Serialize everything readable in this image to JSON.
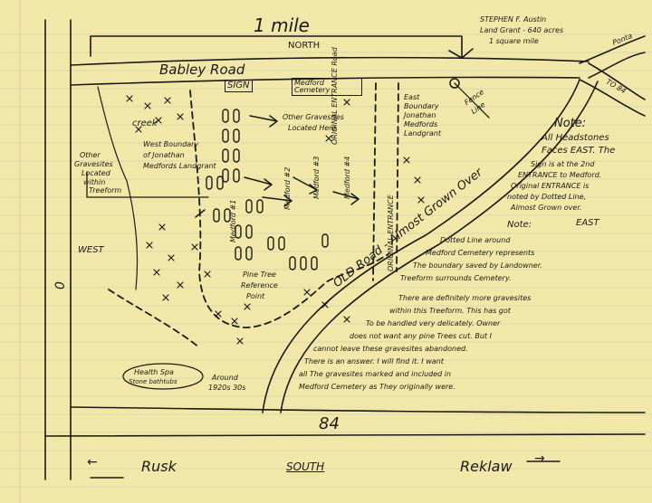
{
  "scale": {
    "label": "1 mile"
  },
  "grant": {
    "lines": [
      "STEPHEN F. Austin",
      "Land Grant - 640 acres",
      "1 square mile"
    ]
  },
  "directions": {
    "north": "NORTH",
    "south": "SOUTH",
    "west": "WEST",
    "east": "EAST"
  },
  "roads": {
    "babley": "Babley Road",
    "old_road": "OLD Road - Almost Grown Over",
    "hwy_left": "0",
    "hwy_bottom": "84",
    "to_84": "TO 84",
    "pontotoc": "Ponta"
  },
  "labels": {
    "sign": "SIGN",
    "medford_cemetery": "Medford Cemetery",
    "creek": "creek",
    "west_boundary": [
      "West Boundary",
      "of Jonathan",
      "Medfords Landgrant"
    ],
    "east_boundary": [
      "East",
      "Boundary",
      "Jonathan",
      "Medfords",
      "Landgrant"
    ],
    "fence_line": [
      "Fence",
      "Line"
    ],
    "original_entrance": "ORIGINAL ENTRANCE Road",
    "original_entrance_2": "ORIGINAL ENTRANCE",
    "other_gravesites_top": [
      "Other Gravesites",
      "Located Here"
    ],
    "other_gravesites_left": [
      "Other",
      "Gravesites",
      "Located",
      "within",
      "Treeform"
    ],
    "medford_rows": [
      "Medford #1",
      "Medford #2",
      "Medford #3",
      "Medford #4"
    ],
    "pine_tree": [
      "Pine Tree",
      "Reference",
      "Point"
    ],
    "health_spa": [
      "Health Spa",
      "Stone bathtubs"
    ],
    "around": [
      "Around",
      "1920s 30s"
    ],
    "dotted_line_note": [
      "Dotted Line around",
      "Medford Cemetery represents",
      "The boundary saved by Landowner.",
      "Treeform surrounds Cemetery."
    ]
  },
  "note_right": {
    "heading": "Note:",
    "lines": [
      "All Headstones",
      "Faces EAST. The",
      "Sign is at the 2nd",
      "ENTRANCE to Medford.",
      "Original ENTRANCE is",
      "noted by Dotted Line,",
      "Almost Grown over."
    ],
    "note2": "Note:"
  },
  "paragraph": {
    "lines": [
      "There are definitely more gravesites",
      "within this Treeform. This has got",
      "To be handled very delicately. Owner",
      "does not want any pine Trees cut. But I",
      "cannot leave these gravesites abandoned.",
      "There is an answer. I will find it. I want",
      "all The gravesites marked and included in",
      "Medford Cemetery as They originally were."
    ]
  },
  "bottom": {
    "rusk": "Rusk",
    "south": "SOUTH",
    "reklaw": "Reklaw",
    "arrow_left": "←",
    "arrow_right": "→"
  }
}
